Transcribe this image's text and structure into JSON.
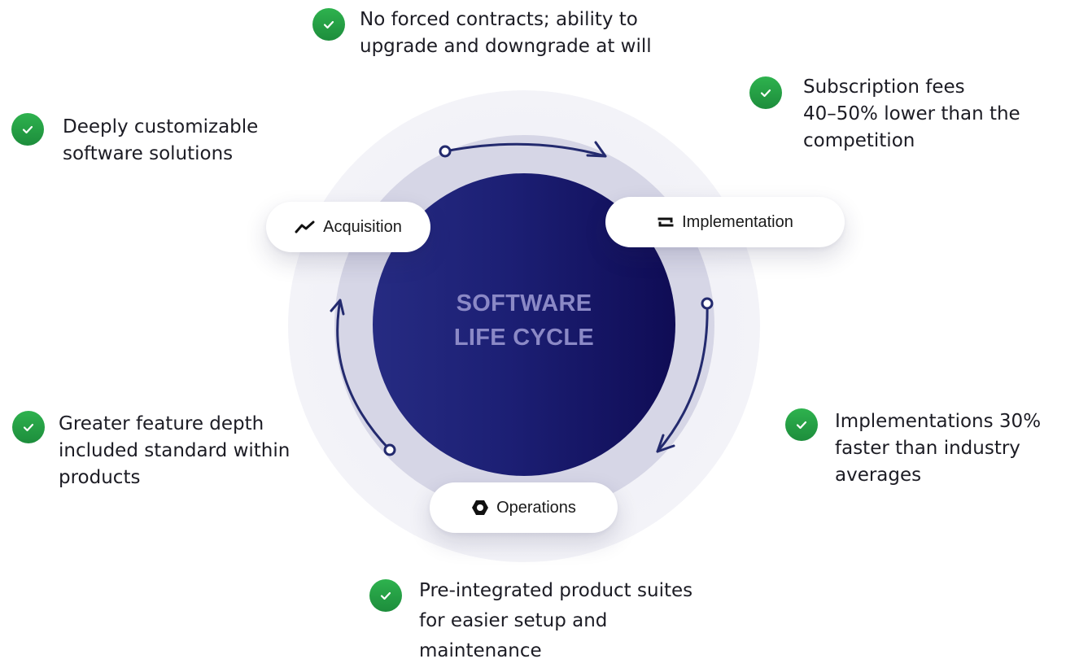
{
  "diagram": {
    "center_title_line1": "SOFTWARE",
    "center_title_line2": "LIFE CYCLE",
    "stages": [
      {
        "label": "Acquisition",
        "icon": "trend-line-icon"
      },
      {
        "label": "Implementation",
        "icon": "transfer-arrows-icon"
      },
      {
        "label": "Operations",
        "icon": "hexagon-icon"
      }
    ],
    "features": [
      {
        "text": "No forced contracts; ability to upgrade and downgrade at will",
        "lines": [
          "No forced contracts; ability to",
          "upgrade and downgrade at will"
        ]
      },
      {
        "text": "Subscription fees 40–50% lower than the competition",
        "lines": [
          "Subscription fees",
          "40–50% lower than the",
          "competition"
        ]
      },
      {
        "text": "Deeply customizable software solutions",
        "lines": [
          "Deeply customizable",
          "software solutions"
        ]
      },
      {
        "text": "Greater feature depth included standard within products",
        "lines": [
          "Greater feature depth",
          "included standard within",
          "products"
        ]
      },
      {
        "text": "Implementations 30% faster than industry averages",
        "lines": [
          "Implementations 30%",
          "faster than industry",
          "averages"
        ]
      },
      {
        "text": "Pre-integrated product suites for easier setup and maintenance",
        "lines": [
          "Pre-integrated product suites",
          "for easier setup and",
          "maintenance"
        ]
      }
    ],
    "colors": {
      "core_dark": "#0f0c55",
      "core_light": "#262b82",
      "arrow": "#232a6e",
      "check_green": "#22a045",
      "outer_ring": "#f2f2f7",
      "mid_ring": "#d6d6e6"
    }
  }
}
